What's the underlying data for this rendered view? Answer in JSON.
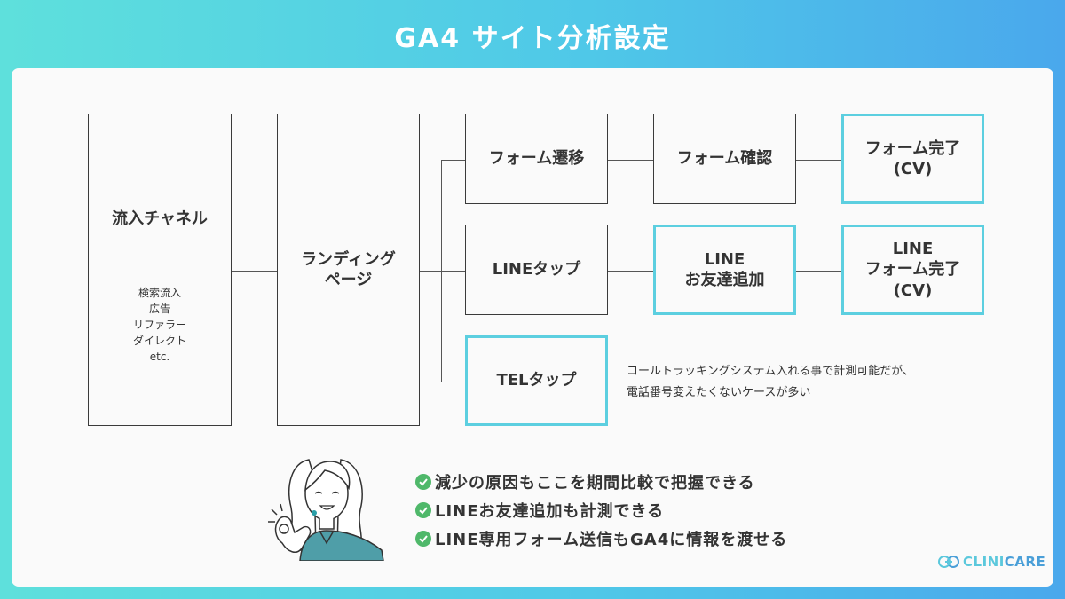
{
  "title": "GA4 サイト分析設定",
  "nodes": {
    "inflow": {
      "label": "流入チャネル",
      "sub": [
        "検索流入",
        "広告",
        "リファラー",
        "ダイレクト",
        "etc."
      ]
    },
    "landing": {
      "line1": "ランディング",
      "line2": "ページ"
    },
    "form_transition": {
      "label": "フォーム遷移"
    },
    "form_confirm": {
      "label": "フォーム確認"
    },
    "form_complete": {
      "line1": "フォーム完了",
      "line2": "(CV)"
    },
    "line_tap": {
      "label": "LINEタップ"
    },
    "line_friend": {
      "line1": "LINE",
      "line2": "お友達追加"
    },
    "line_form_complete": {
      "line1": "LINE",
      "line2": "フォーム完了",
      "line3": "(CV)"
    },
    "tel_tap": {
      "label": "TELタップ"
    }
  },
  "note": {
    "line1": "コールトラッキングシステム入れる事で計測可能だが、",
    "line2": "電話番号変えたくないケースが多い"
  },
  "checks": [
    "減少の原因もここを期間比較で把握できる",
    "LINEお友達追加も計測できる",
    "LINE専用フォーム送信もGA4に情報を渡せる"
  ],
  "logo": {
    "clini": "CLINI",
    "care": "CARE"
  },
  "colors": {
    "accent_border": "#5ccfe0",
    "check": "#4fb86a",
    "gradient_start": "#5ee0dc",
    "gradient_end": "#4aa8ec"
  }
}
